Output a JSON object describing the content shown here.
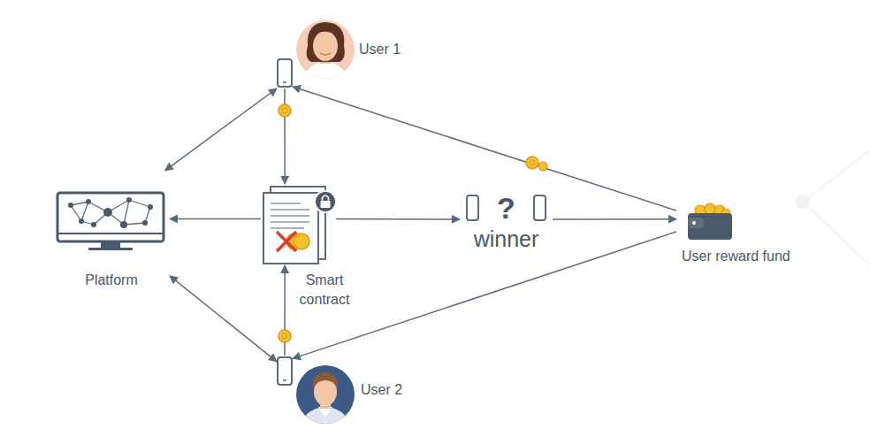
{
  "diagram": {
    "nodes": [
      {
        "text": [
          "User 1"
        ]
      },
      {
        "text": [
          "Platform"
        ]
      },
      {
        "text": [
          "Smart contract"
        ]
      },
      {
        "text": [
          "?",
          "winner"
        ]
      },
      {
        "text": [
          "User reward fund"
        ]
      },
      {
        "text": [
          "User 2"
        ]
      }
    ],
    "edges": [
      {
        "from": 1,
        "to": 0,
        "arrow": "both"
      },
      {
        "from": 0,
        "to": 2,
        "arrow": "to"
      },
      {
        "from": 2,
        "to": 1,
        "arrow": "to"
      },
      {
        "from": 2,
        "to": 3,
        "arrow": "to"
      },
      {
        "from": 3,
        "to": 4,
        "arrow": "to"
      },
      {
        "from": 4,
        "to": 0,
        "arrow": "to"
      },
      {
        "from": 4,
        "to": 5,
        "arrow": "to"
      },
      {
        "from": 5,
        "to": 2,
        "arrow": "to"
      },
      {
        "from": 1,
        "to": 5,
        "arrow": "both"
      }
    ]
  }
}
